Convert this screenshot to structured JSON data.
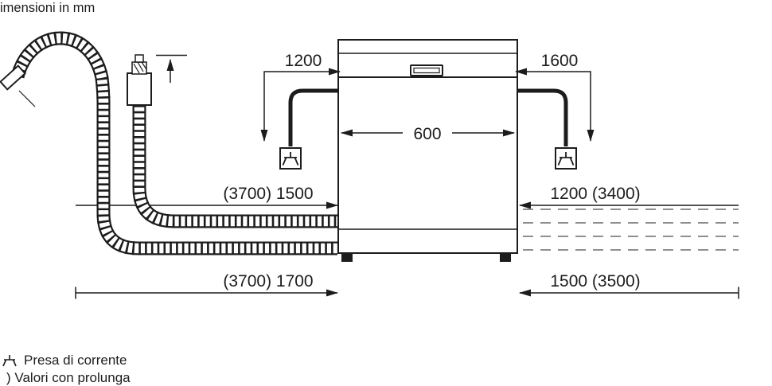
{
  "page": {
    "title": "imensioni in mm"
  },
  "dims": {
    "cable_left": "1200",
    "cable_right": "1600",
    "machine_width": "600",
    "mid_left": "(3700) 1500",
    "mid_right": "1200 (3400)",
    "bottom_left": "(3700) 1700",
    "bottom_right": "1500 (3500)"
  },
  "legend": {
    "socket_label": "Presa di corrente",
    "extension_label": ") Valori con prolunga"
  },
  "icons": {
    "power_socket": "power-socket-icon",
    "tap_connector": "water-tap-icon"
  },
  "colors": {
    "line": "#1c1c1c",
    "dashed": "#8f8f8f",
    "background": "#ffffff"
  }
}
